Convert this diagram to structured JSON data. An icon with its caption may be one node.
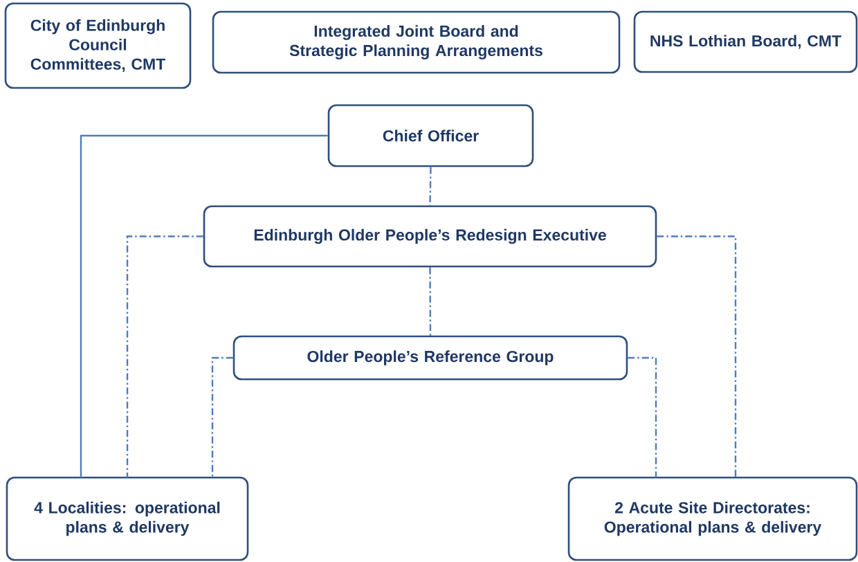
{
  "diagram": {
    "nodes": [
      {
        "text": [
          "City of Edinburgh Council Committees, CMT"
        ]
      },
      {
        "text": [
          "Integrated Joint Board and Strategic Planning Arrangements"
        ]
      },
      {
        "text": [
          "NHS Lothian Board, CMT"
        ]
      },
      {
        "text": [
          "Chief Officer"
        ]
      },
      {
        "text": [
          "Edinburgh Older People’s Redesign Executive"
        ]
      },
      {
        "text": [
          "Older People’s Reference Group"
        ]
      },
      {
        "text": [
          "4 Localities: operational plans & delivery"
        ]
      },
      {
        "text": [
          "2 Acute Site Directorates: Operational  plans & delivery"
        ]
      }
    ],
    "edges": [
      {
        "from": 3,
        "to": 6,
        "arrow": "none"
      },
      {
        "from": 3,
        "to": 4,
        "arrow": "none",
        "style": "dashed"
      },
      {
        "from": 4,
        "to": 6,
        "arrow": "none",
        "style": "dashed"
      },
      {
        "from": 4,
        "to": 7,
        "arrow": "none",
        "style": "dashed"
      },
      {
        "from": 4,
        "to": 5,
        "arrow": "none",
        "style": "dashed"
      },
      {
        "from": 5,
        "to": 6,
        "arrow": "none",
        "style": "dashed"
      },
      {
        "from": 5,
        "to": 7,
        "arrow": "none",
        "style": "dashed"
      }
    ]
  }
}
